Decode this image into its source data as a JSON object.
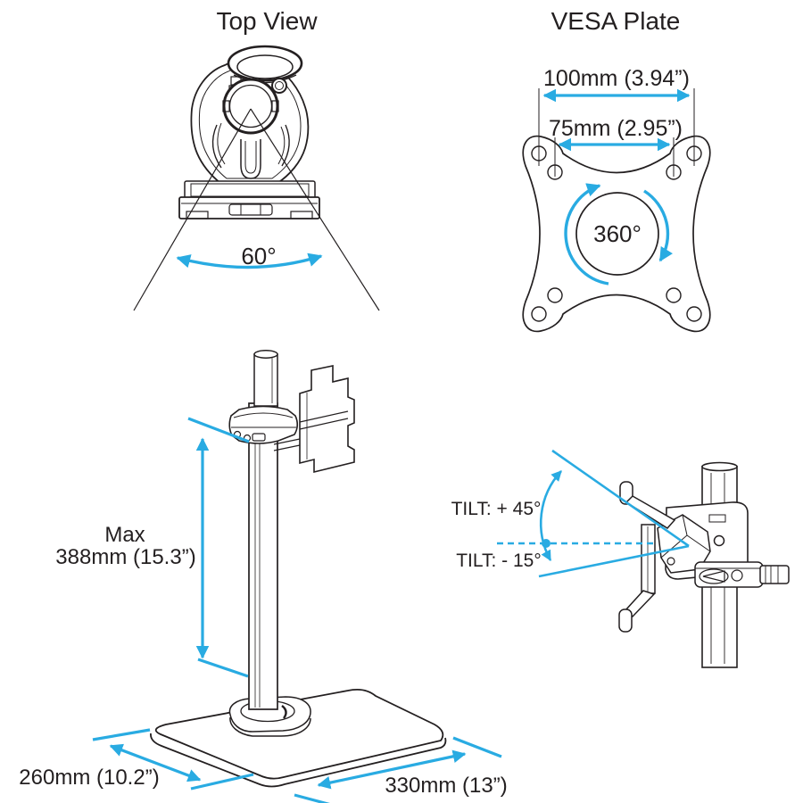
{
  "colors": {
    "accent_blue": "#29ABE2",
    "ink": "#231F20",
    "background": "#FFFFFF"
  },
  "views": {
    "top_view": {
      "title": "Top View",
      "swivel_label": "60°"
    },
    "vesa_plate": {
      "title": "VESA Plate",
      "dim_outer": "100mm (3.94”)",
      "dim_inner": "75mm (2.95”)",
      "rotation_label": "360°"
    },
    "stand": {
      "height_label_line1": "Max",
      "height_label_line2": "388mm (15.3”)",
      "depth_label": "260mm (10.2”)",
      "width_label": "330mm (13”)"
    },
    "tilt": {
      "tilt_up_label": "TILT: + 45°",
      "tilt_down_label": "TILT: - 15°"
    }
  }
}
